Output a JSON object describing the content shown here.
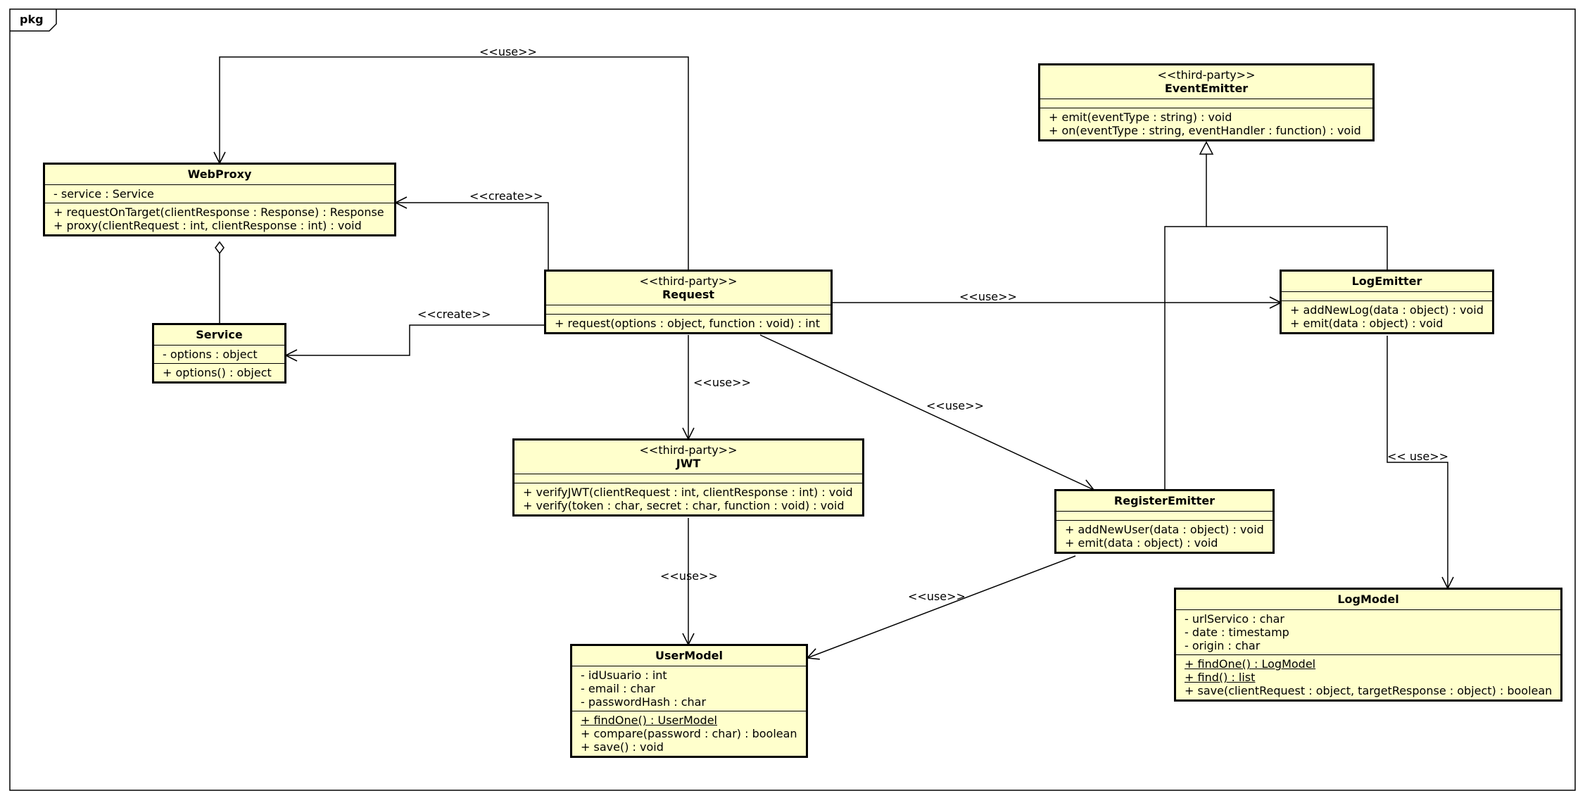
{
  "package": {
    "label": "pkg"
  },
  "classes": {
    "webproxy": {
      "stereotype": "",
      "name": "WebProxy",
      "attributes": [
        "- service : Service"
      ],
      "operations": [
        {
          "text": "+ requestOnTarget(clientResponse : Response) : Response",
          "static": false
        },
        {
          "text": "+ proxy(clientRequest : int, clientResponse : int) : void",
          "static": false
        }
      ]
    },
    "service": {
      "stereotype": "",
      "name": "Service",
      "attributes": [
        "- options : object"
      ],
      "operations": [
        {
          "text": "+ options() : object",
          "static": false
        }
      ]
    },
    "request": {
      "stereotype": "<<third-party>>",
      "name": "Request",
      "attributes": [],
      "operations": [
        {
          "text": "+ request(options : object, function : void) : int",
          "static": false
        }
      ]
    },
    "jwt": {
      "stereotype": "<<third-party>>",
      "name": "JWT",
      "attributes": [],
      "operations": [
        {
          "text": "+ verifyJWT(clientRequest : int, clientResponse : int) : void",
          "static": false
        },
        {
          "text": "+ verify(token : char, secret : char, function : void) : void",
          "static": false
        }
      ]
    },
    "usermodel": {
      "stereotype": "",
      "name": "UserModel",
      "attributes": [
        "- idUsuario : int",
        "- email : char",
        "- passwordHash : char"
      ],
      "operations": [
        {
          "text": "+ findOne() : UserModel",
          "static": true
        },
        {
          "text": "+ compare(password : char) : boolean",
          "static": false
        },
        {
          "text": "+ save() : void",
          "static": false
        }
      ]
    },
    "eventemitter": {
      "stereotype": "<<third-party>>",
      "name": "EventEmitter",
      "attributes": [],
      "operations": [
        {
          "text": "+ emit(eventType : string) : void",
          "static": false
        },
        {
          "text": "+ on(eventType : string, eventHandler : function) : void",
          "static": false
        }
      ]
    },
    "logemitter": {
      "stereotype": "",
      "name": "LogEmitter",
      "attributes": [],
      "operations": [
        {
          "text": "+ addNewLog(data : object) : void",
          "static": false
        },
        {
          "text": "+ emit(data : object) : void",
          "static": false
        }
      ]
    },
    "registeremitter": {
      "stereotype": "",
      "name": "RegisterEmitter",
      "attributes": [],
      "operations": [
        {
          "text": "+ addNewUser(data : object) : void",
          "static": false
        },
        {
          "text": "+ emit(data : object) : void",
          "static": false
        }
      ]
    },
    "logmodel": {
      "stereotype": "",
      "name": "LogModel",
      "attributes": [
        "- urlServico : char",
        "- date : timestamp",
        "- origin : char"
      ],
      "operations": [
        {
          "text": "+ findOne() : LogModel",
          "static": true
        },
        {
          "text": "+ find() : list",
          "static": true
        },
        {
          "text": "+ save(clientRequest : object, targetResponse : object) : boolean",
          "static": false
        }
      ]
    }
  },
  "relations": [
    {
      "id": "request-webproxy-use",
      "label": "<<use>>"
    },
    {
      "id": "request-webproxy-create",
      "label": "<<create>>"
    },
    {
      "id": "request-service-create",
      "label": "<<create>>"
    },
    {
      "id": "request-jwt-use",
      "label": "<<use>>"
    },
    {
      "id": "request-logemitter-use",
      "label": "<<use>>"
    },
    {
      "id": "request-registeremitter-use",
      "label": "<<use>>"
    },
    {
      "id": "jwt-usermodel-use",
      "label": "<<use>>"
    },
    {
      "id": "registeremitter-usermodel-use",
      "label": "<<use>>"
    },
    {
      "id": "logemitter-logmodel-use",
      "label": "<< use>>"
    }
  ]
}
